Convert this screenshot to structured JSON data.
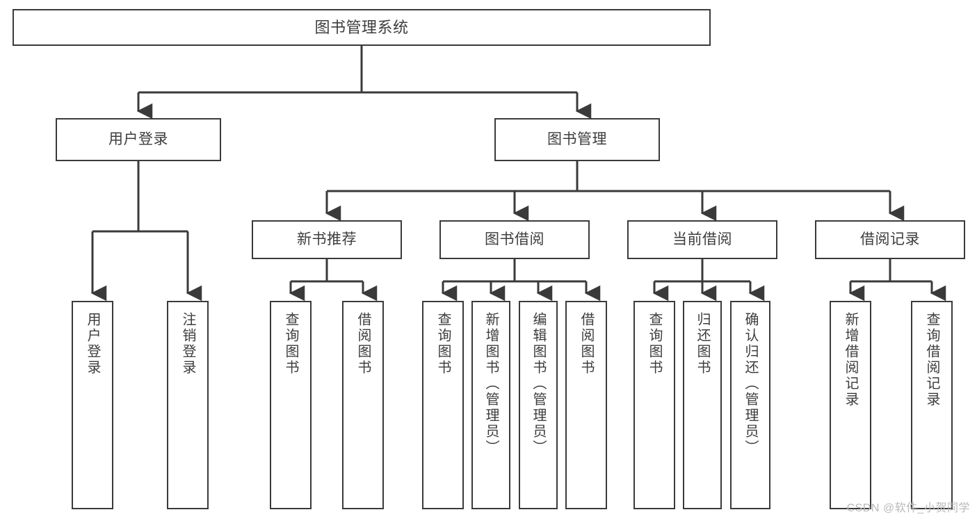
{
  "diagram": {
    "title": "图书管理系统",
    "type": "tree-hierarchy-chart",
    "watermark": "CSDN @软件_小贺同学",
    "stroke_color": "#3a3a3a",
    "text_color": "#3d3d3d",
    "background_color": "#ffffff"
  },
  "nodes": {
    "root": {
      "label": "图书管理系统"
    },
    "level2": [
      {
        "label": "用户登录"
      },
      {
        "label": "图书管理"
      }
    ],
    "level3": [
      {
        "label": "新书推荐"
      },
      {
        "label": "图书借阅"
      },
      {
        "label": "当前借阅"
      },
      {
        "label": "借阅记录"
      }
    ],
    "leaves": {
      "user_login": [
        {
          "label": "用户登录"
        },
        {
          "label": "注销登录"
        }
      ],
      "new_book_recommend": [
        {
          "label": "查询图书"
        },
        {
          "label": "借阅图书"
        }
      ],
      "book_borrow": [
        {
          "label": "查询图书"
        },
        {
          "label": "新增图书（管理员）"
        },
        {
          "label": "编辑图书（管理员）"
        },
        {
          "label": "借阅图书"
        }
      ],
      "current_borrow": [
        {
          "label": "查询图书"
        },
        {
          "label": "归还图书"
        },
        {
          "label": "确认归还（管理员）"
        }
      ],
      "borrow_records": [
        {
          "label": "新增借阅记录"
        },
        {
          "label": "查询借阅记录"
        }
      ]
    }
  }
}
